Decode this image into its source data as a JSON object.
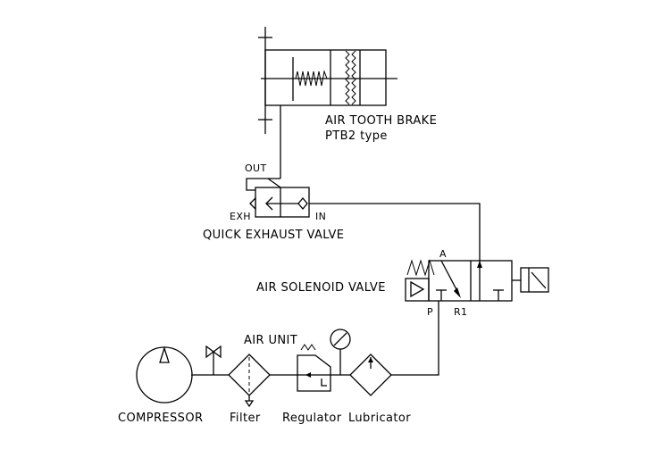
{
  "labels": {
    "brake_title": "AIR TOOTH BRAKE",
    "brake_type": "PTB2 type",
    "out": "OUT",
    "exh": "EXH",
    "in": "IN",
    "quick_exhaust_valve": "QUICK EXHAUST VALVE",
    "port_a": "A",
    "solenoid_valve": "AIR SOLENOID VALVE",
    "port_p": "P",
    "port_r1": "R1",
    "air_unit": "AIR UNIT",
    "compressor": "COMPRESSOR",
    "filter": "Filter",
    "regulator": "Regulator",
    "lubricator": "Lubricator"
  },
  "colors": {
    "line": "#000000",
    "background": "#ffffff"
  }
}
